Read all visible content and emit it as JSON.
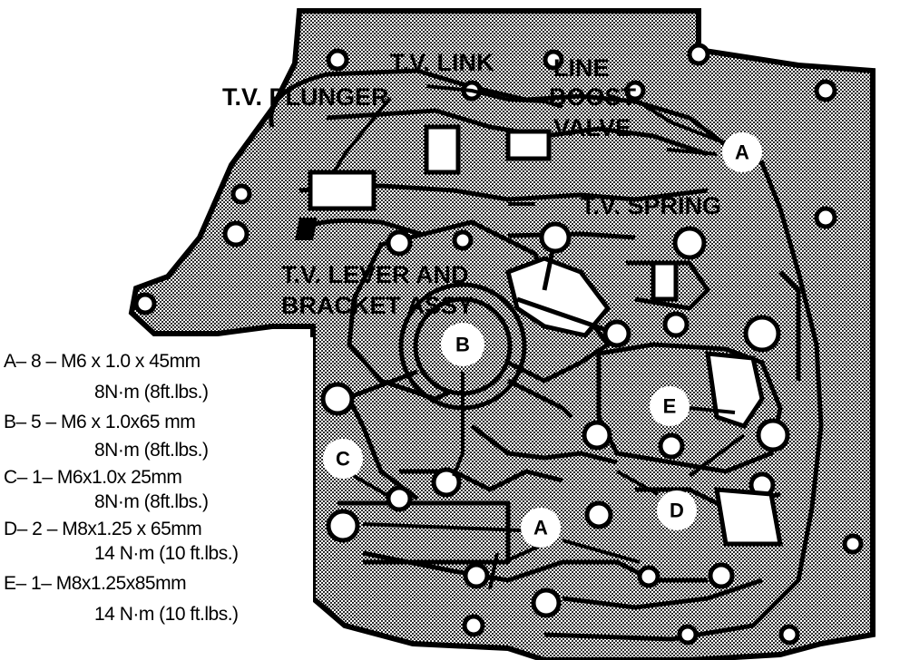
{
  "diagram": {
    "part_labels": {
      "tv_link": "T.V. LINK",
      "line_boost_valve_1": "LINE",
      "line_boost_valve_2": "BOOST",
      "line_boost_valve_3": "VALVE",
      "tv_plunger": "T.V. PLUNGER",
      "tv_spring": "T.V. SPRING",
      "tv_lever_1": "T.V. LEVER AND",
      "tv_lever_2": "BRACKET ASSY"
    },
    "callouts": {
      "a_top": "A",
      "b": "B",
      "c": "C",
      "d": "D",
      "e": "E",
      "a_bottom": "A"
    },
    "legend": [
      {
        "spec": "A– 8 – M6 x 1.0 x 45mm",
        "torque": "8N·m (8ft.lbs.)"
      },
      {
        "spec": "B– 5 – M6 x 1.0x65 mm",
        "torque": "8N·m (8ft.lbs.)"
      },
      {
        "spec": "C– 1– M6x1.0x 25mm",
        "torque": "8N·m (8ft.lbs.)"
      },
      {
        "spec": "D– 2 – M8x1.25 x 65mm",
        "torque": "14 N·m (10 ft.lbs.)"
      },
      {
        "spec": "E– 1– M8x1.25x85mm",
        "torque": "14 N·m (10 ft.lbs.)"
      }
    ],
    "colors": {
      "ink": "#000000",
      "paper": "#ffffff",
      "shade": "#9a9a9a"
    }
  }
}
